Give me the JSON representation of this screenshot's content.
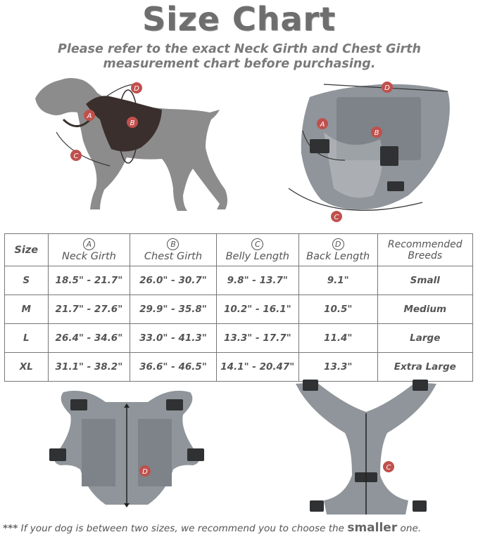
{
  "header": {
    "title": "Size Chart",
    "subtitle": "Please refer to the exact Neck Girth and Chest Girth measurement chart before purchasing."
  },
  "markers": {
    "a": "A",
    "b": "B",
    "c": "C",
    "d": "D"
  },
  "table": {
    "headers": {
      "size": "Size",
      "neck_marker": "A",
      "neck": "Neck Girth",
      "chest_marker": "B",
      "chest": "Chest Girth",
      "belly_marker": "C",
      "belly": "Belly Length",
      "back_marker": "D",
      "back": "Back Length",
      "breeds_line1": "Recommended",
      "breeds_line2": "Breeds"
    },
    "rows": [
      {
        "size": "S",
        "neck": "18.5\" - 21.7\"",
        "chest": "26.0\" - 30.7\"",
        "belly": "9.8\" - 13.7\"",
        "back": "9.1\"",
        "breed": "Small"
      },
      {
        "size": "M",
        "neck": "21.7\" - 27.6\"",
        "chest": "29.9\" - 35.8\"",
        "belly": "10.2\" - 16.1\"",
        "back": "10.5\"",
        "breed": "Medium"
      },
      {
        "size": "L",
        "neck": "26.4\" - 34.6\"",
        "chest": "33.0\" - 41.3\"",
        "belly": "13.3\" - 17.7\"",
        "back": "11.4\"",
        "breed": "Large"
      },
      {
        "size": "XL",
        "neck": "31.1\" - 38.2\"",
        "chest": "36.6\" - 46.5\"",
        "belly": "14.1\" - 20.47\"",
        "back": "13.3\"",
        "breed": "Extra Large"
      }
    ]
  },
  "footer": {
    "stars": "***",
    "text_before": " If your dog is between two sizes, we recommend you to choose the ",
    "emphasis": "smaller",
    "text_after": " one."
  },
  "colors": {
    "marker_red": "#c0504d",
    "harness_gray": "#8f959a",
    "dog_gray": "#8c8c8c"
  }
}
